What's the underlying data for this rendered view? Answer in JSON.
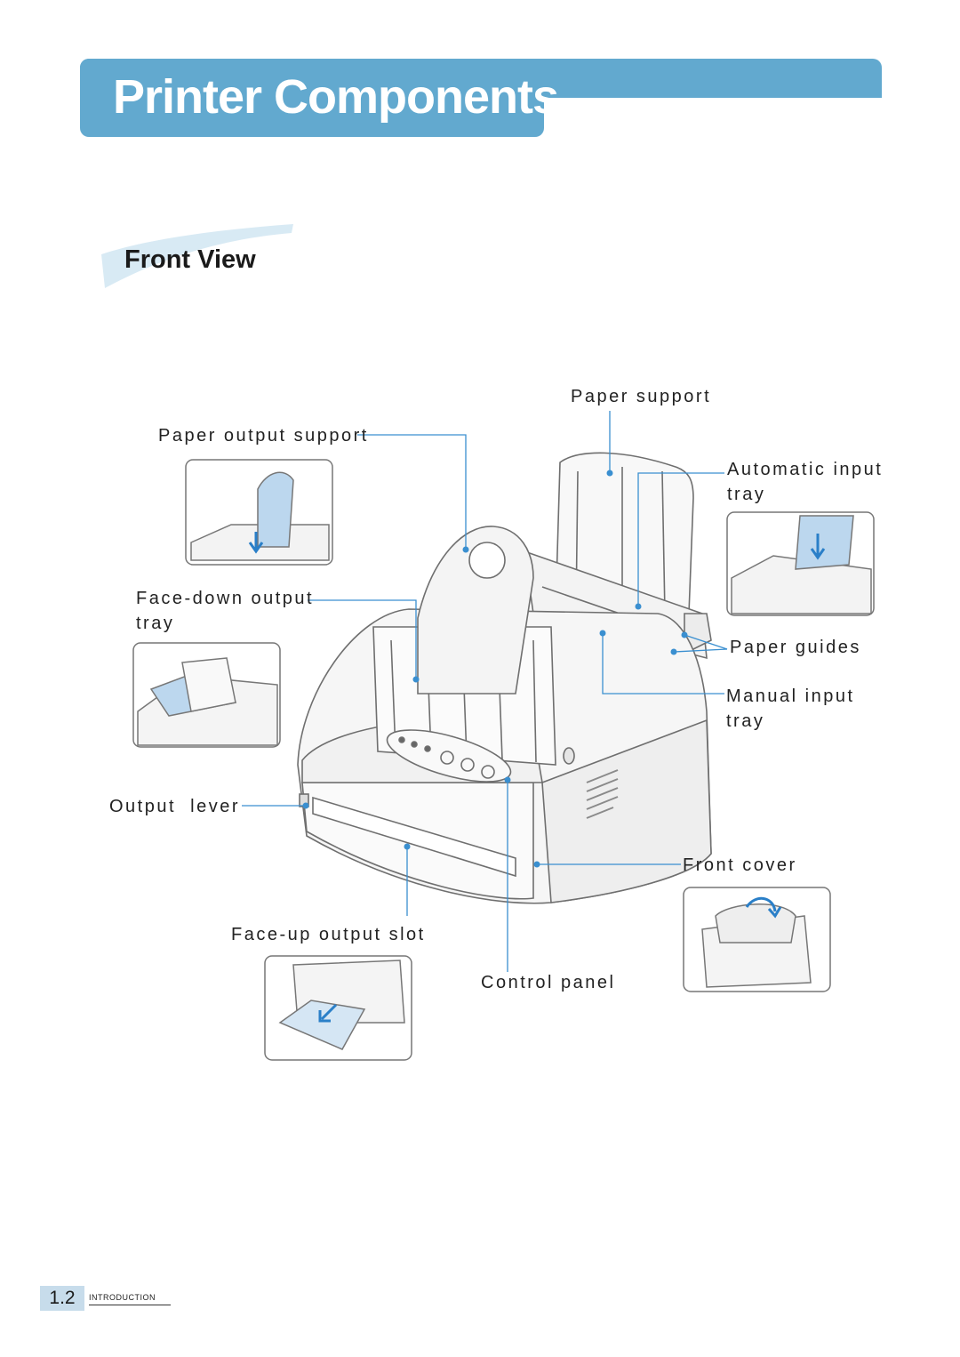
{
  "title": "Printer Components",
  "section": "Front View",
  "labels": {
    "paper_support": "Paper support",
    "paper_output_support": "Paper output support",
    "automatic_input_tray_line1": "Automatic input",
    "automatic_input_tray_line2": "tray",
    "face_down_output_tray_line1": "Face-down output",
    "face_down_output_tray_line2": "tray",
    "paper_guides": "Paper guides",
    "manual_input_tray_line1": "Manual input",
    "manual_input_tray_line2": "tray",
    "output_lever": "Output  lever",
    "front_cover": "Front cover",
    "face_up_output_slot": "Face-up output slot",
    "control_panel": "Control panel"
  },
  "footer": {
    "page_number": "1.2",
    "chapter": "Introduction"
  },
  "colors": {
    "banner": "#62a9cf",
    "callout_line": "#3a8fd0",
    "arrow": "#2a7fc8"
  }
}
